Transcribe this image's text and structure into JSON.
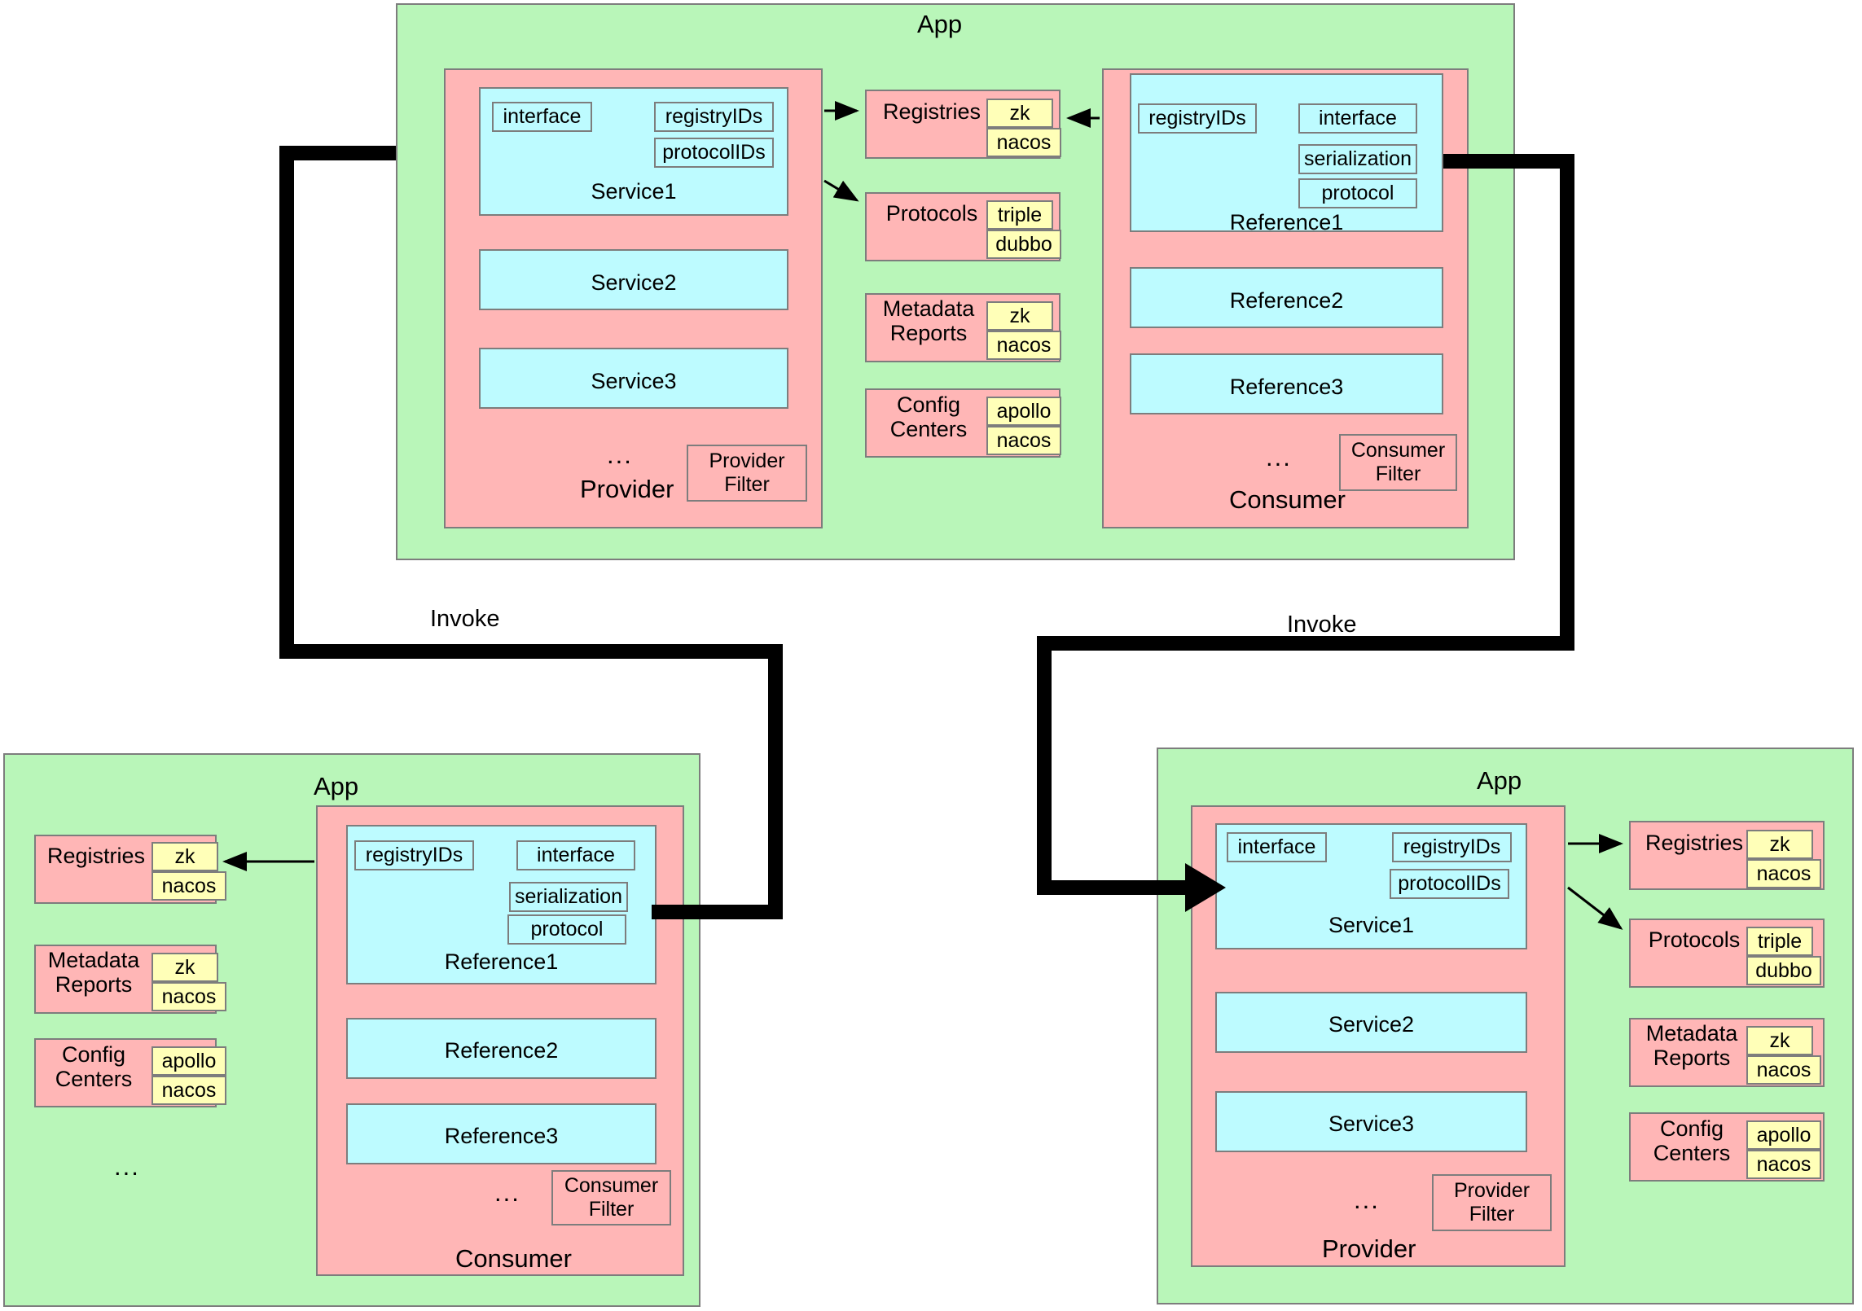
{
  "labels": {
    "app": "App",
    "provider": "Provider",
    "consumer": "Consumer",
    "invoke": "Invoke",
    "ellipsis": "...",
    "provider_filter": "Provider Filter",
    "consumer_filter": "Consumer Filter"
  },
  "attributes": {
    "interface": "interface",
    "registryIDs": "registryIDs",
    "protocolIDs": "protocolIDs",
    "serialization": "serialization",
    "protocol": "protocol"
  },
  "services": {
    "service1": "Service1",
    "service2": "Service2",
    "service3": "Service3"
  },
  "references": {
    "reference1": "Reference1",
    "reference2": "Reference2",
    "reference3": "Reference3"
  },
  "infra": {
    "registries": {
      "name": "Registries",
      "values": [
        "zk",
        "nacos"
      ]
    },
    "protocols": {
      "name": "Protocols",
      "values": [
        "triple",
        "dubbo"
      ]
    },
    "metadata_reports": {
      "name_line1": "Metadata",
      "name_line2": "Reports",
      "values": [
        "zk",
        "nacos"
      ]
    },
    "config_centers": {
      "name_line1": "Config",
      "name_line2": "Centers",
      "values": [
        "apollo",
        "nacos"
      ]
    }
  },
  "colors": {
    "app_green": "#b9f6b9",
    "role_pink": "#ffb6b6",
    "unit_cyan": "#bdfbff",
    "chip_yellow": "#ffffb8",
    "border_gray": "#7d7d7d",
    "connector_black": "#000000",
    "background": "#ffffff"
  },
  "panels": {
    "top": {
      "app": "App",
      "left_role": "Provider",
      "right_role": "Consumer"
    },
    "bottom_left": {
      "app": "App",
      "role": "Consumer"
    },
    "bottom_right": {
      "app": "App",
      "role": "Provider"
    }
  }
}
